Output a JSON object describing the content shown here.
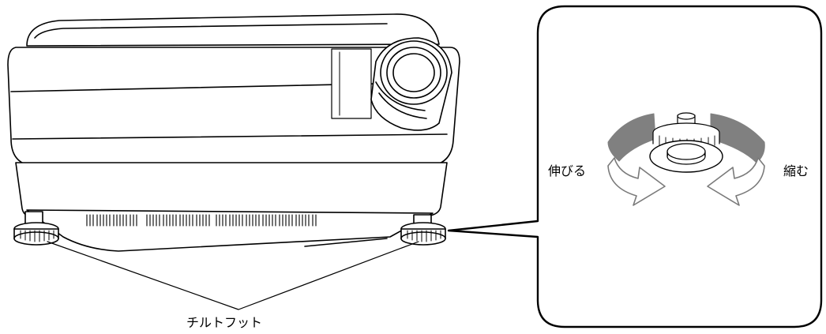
{
  "labels": {
    "tilt_foot": "チルトフット",
    "extend": "伸びる",
    "retract": "縮む"
  },
  "colors": {
    "line": "#000000",
    "arc_fill": "#808080",
    "arrow_stroke": "#7a7a7a",
    "background": "#ffffff"
  },
  "icons": {
    "extend_arrow": "curved-arrow-right-icon",
    "retract_arrow": "curved-arrow-left-icon"
  }
}
